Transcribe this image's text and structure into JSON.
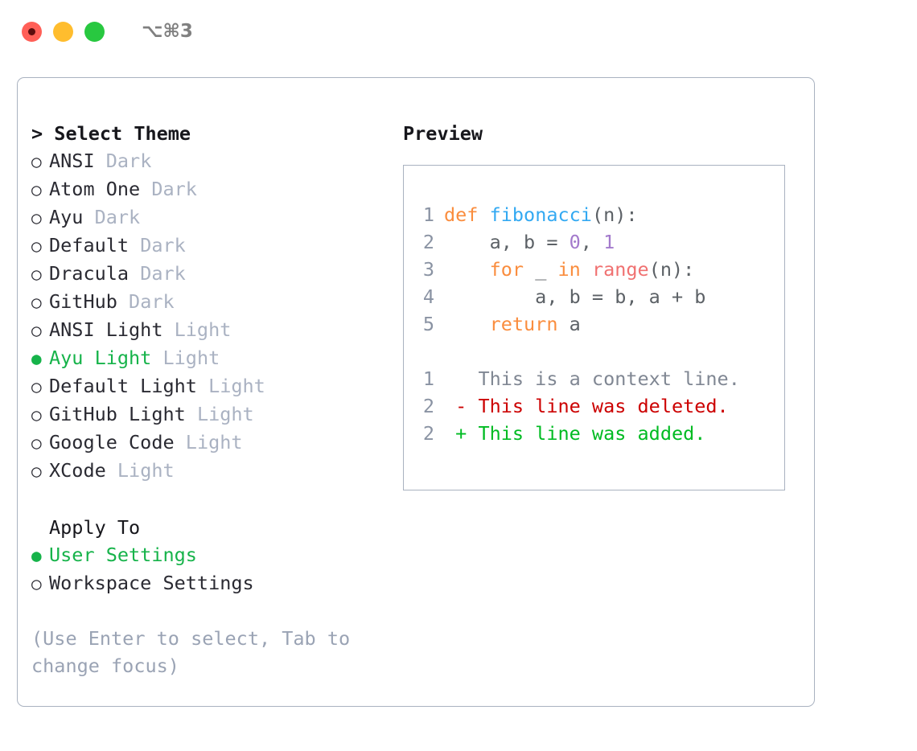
{
  "titlebar": {
    "shortcut": "⌥⌘3",
    "lights": [
      "close-red",
      "minimize-amber",
      "zoom-green"
    ]
  },
  "theme_panel": {
    "heading": "> Select Theme",
    "items": [
      {
        "marker": "○",
        "name": "ANSI",
        "variant": "Dark",
        "selected": false
      },
      {
        "marker": "○",
        "name": "Atom One",
        "variant": "Dark",
        "selected": false
      },
      {
        "marker": "○",
        "name": "Ayu",
        "variant": "Dark",
        "selected": false
      },
      {
        "marker": "○",
        "name": "Default",
        "variant": "Dark",
        "selected": false
      },
      {
        "marker": "○",
        "name": "Dracula",
        "variant": "Dark",
        "selected": false
      },
      {
        "marker": "○",
        "name": "GitHub",
        "variant": "Dark",
        "selected": false
      },
      {
        "marker": "○",
        "name": "ANSI Light",
        "variant": "Light",
        "selected": false
      },
      {
        "marker": "●",
        "name": "Ayu Light",
        "variant": "Light",
        "selected": true
      },
      {
        "marker": "○",
        "name": "Default Light",
        "variant": "Light",
        "selected": false
      },
      {
        "marker": "○",
        "name": "GitHub Light",
        "variant": "Light",
        "selected": false
      },
      {
        "marker": "○",
        "name": "Google Code",
        "variant": "Light",
        "selected": false
      },
      {
        "marker": "○",
        "name": "XCode",
        "variant": "Light",
        "selected": false
      }
    ]
  },
  "apply_to": {
    "heading": "Apply To",
    "options": [
      {
        "marker": "●",
        "label": "User Settings",
        "selected": true
      },
      {
        "marker": "○",
        "label": "Workspace Settings",
        "selected": false
      }
    ]
  },
  "hint": "(Use Enter to select, Tab to change focus)",
  "preview": {
    "title": "Preview",
    "code_lines": [
      {
        "ln": "1",
        "tokens": [
          {
            "t": "def",
            "c": "kw"
          },
          {
            "t": " ",
            "c": "pl"
          },
          {
            "t": "fibonacci",
            "c": "fn"
          },
          {
            "t": "(n):",
            "c": "pl"
          }
        ]
      },
      {
        "ln": "2",
        "tokens": [
          {
            "t": "    a, b = ",
            "c": "pl"
          },
          {
            "t": "0",
            "c": "num"
          },
          {
            "t": ", ",
            "c": "pl"
          },
          {
            "t": "1",
            "c": "num"
          }
        ]
      },
      {
        "ln": "3",
        "tokens": [
          {
            "t": "    ",
            "c": "pl"
          },
          {
            "t": "for",
            "c": "kw"
          },
          {
            "t": " _ ",
            "c": "pl"
          },
          {
            "t": "in",
            "c": "kw"
          },
          {
            "t": " ",
            "c": "pl"
          },
          {
            "t": "range",
            "c": "call"
          },
          {
            "t": "(n):",
            "c": "pl"
          }
        ]
      },
      {
        "ln": "4",
        "tokens": [
          {
            "t": "        a, b = b, a + b",
            "c": "pl"
          }
        ]
      },
      {
        "ln": "5",
        "tokens": [
          {
            "t": "    ",
            "c": "pl"
          },
          {
            "t": "return",
            "c": "kw"
          },
          {
            "t": " a",
            "c": "pl"
          }
        ]
      }
    ],
    "diff_lines": [
      {
        "ln": "1",
        "text": "   This is a context line.",
        "kind": "ctx"
      },
      {
        "ln": "2",
        "text": " - This line was deleted.",
        "kind": "del"
      },
      {
        "ln": "2",
        "text": " + This line was added.",
        "kind": "add"
      }
    ]
  },
  "colors": {
    "accent_green": "#16b34a",
    "border": "#a9b2c0",
    "muted": "#aab2c2",
    "hint": "#9aa3b4",
    "keyword": "#fa8d3e",
    "function": "#33a9f2",
    "number": "#a37acc",
    "call": "#f07171",
    "plain": "#5c6166",
    "diff_deleted": "#cc0000",
    "diff_added": "#00bb22",
    "line_number": "#8a93a3"
  }
}
